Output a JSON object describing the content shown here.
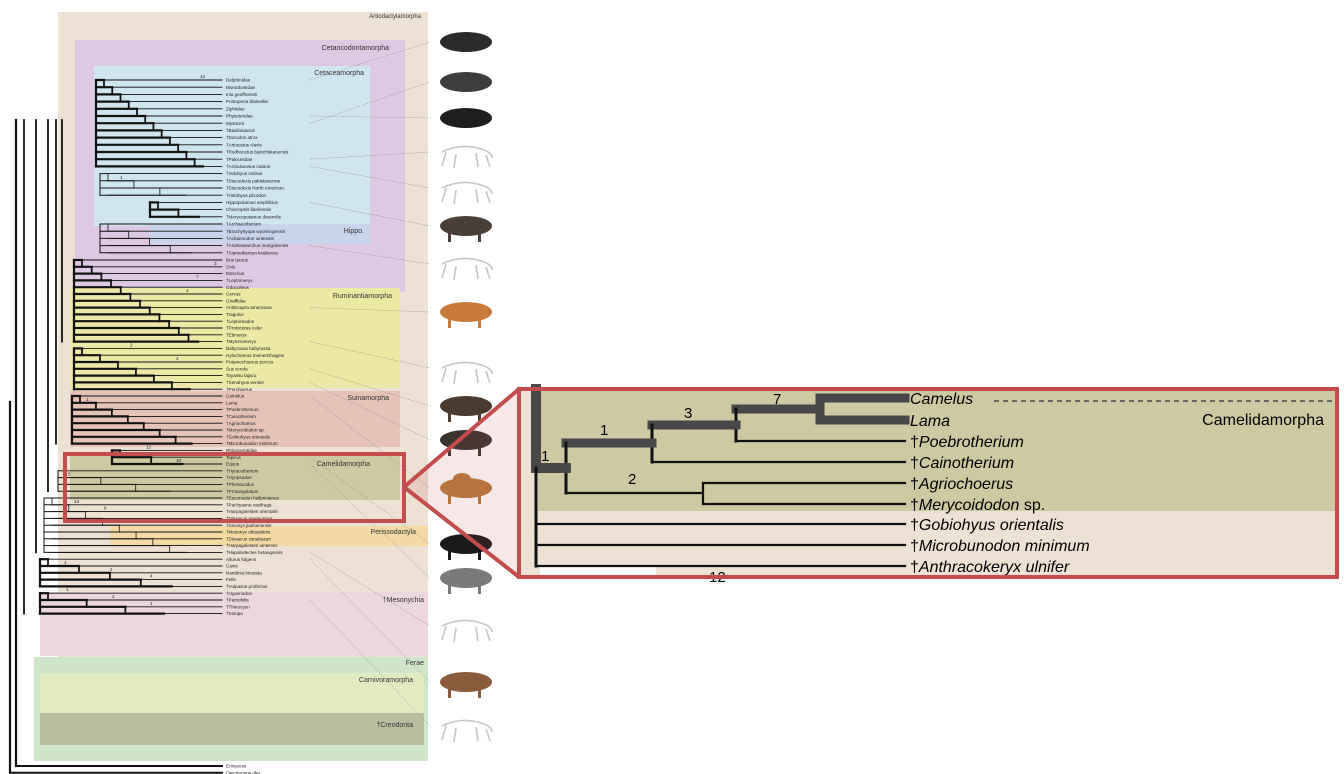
{
  "overview": {
    "clades": {
      "artiodactylamorpha": "Artiodactylamorpha",
      "cetancodontamorpha": "Cetancodontamorpha",
      "cetaceamorpha": "Cetaceamorpha",
      "hippo": "Hippo.",
      "ruminantiamorpha": "Ruminantiamorpha",
      "suinamorpha": "Suinamorpha",
      "camelidamorpha": "Camelidamorpha",
      "perissodactyla": "Perissodactyla",
      "mesonychia": "†Mesonychia",
      "ferae": "Ferae",
      "carnivoramorpha": "Carnivoramorpha",
      "creodonta": "†Creodonta"
    },
    "taxa": [
      "Delphinidae",
      "Monodontidae",
      "Inia geoffrensis",
      "Pontoporia blainvillei",
      "Ziphiidae",
      "Physeteridae",
      "Mysticeti",
      "†Basilosaurus",
      "†Dorudon atrox",
      "†Artiocetus clavis",
      "†Rodhocetus balochistanensis",
      "†Pakicetidae",
      "†Ambulocetus natans",
      "†Indohyus indirae",
      "†Diacodexis pakistanensis",
      "†Diacodexis North American",
      "†Helohyus plicodon",
      "Hippopotamus amphibius",
      "Choeropsis liberiensis",
      "†Merycopotamus dissimilis",
      "†Archaeotherium",
      "†Brachyhyops wyomingensis",
      "†Achaenodon uintensis",
      "†Andrewsarchus mongoliensis",
      "†Siamotherium krabiense",
      "Bos taurus",
      "Ovis",
      "Moschus",
      "†Leptomeryx",
      "Odocoileus",
      "Cervus",
      "Giraffidae",
      "Antilocapra americana",
      "Tragulus",
      "†Leptoreodon",
      "†Protoceras celer",
      "†Ebmeryx",
      "†Mytonomeryx",
      "Babyrousa babyrussa",
      "Hylochoerus meinertzhageni",
      "Potamochoerus porcus",
      "Sus scrofa",
      "Tayassu tajacu",
      "†Xenohyus venitor",
      "†Perchoerus",
      "Camelus",
      "Lama",
      "†Poebrotherium",
      "†Cainotherium",
      "†Agriochoerus",
      "†Merycoidodon sp.",
      "†Gobiohyus orientalis",
      "†Microbunodon minimum",
      "Rhinocerotidae",
      "Tapirus",
      "Equus",
      "†Hyracotherium",
      "†Hyopsodus",
      "†Phenacodus",
      "†Protungulatum",
      "†Eoconodon heilprinianus",
      "†Pachyaena ossifraga",
      "†Harpagolestes orientalis",
      "†Dissacus praenuntius",
      "†Sinonyx jiashanensis",
      "†Mesonyx obtusidens",
      "†Dissacus zanabazari",
      "†Harpagolestes uintensis",
      "†Hapalodectes hetangensis",
      "Ailurus fulgens",
      "Canis",
      "Nandinia binotata",
      "Felis",
      "†Vulpavus profectus",
      "†Hyaenodon",
      "†Patriofelis",
      "†Thinocyon",
      "†Sinopa",
      "Erinaceus",
      "Orycteropus afer"
    ],
    "node_support": [
      "12",
      "1",
      "3",
      "7",
      "1",
      "2",
      "2",
      "1",
      "12",
      "7",
      "10",
      "5",
      "14",
      "6",
      "1",
      "1",
      "1",
      "4",
      "1",
      "2",
      "1"
    ],
    "silhouettes": [
      "dolphin",
      "right whale",
      "killer whale",
      "fossil skeleton",
      "fossil skeleton",
      "hippopotamus",
      "fossil skeleton",
      "pronghorn",
      "fossil skeleton",
      "wild boar",
      "peccary",
      "camel",
      "tapir",
      "zebra",
      "fossil skeleton",
      "red panda",
      "fossil skeleton"
    ]
  },
  "zoom": {
    "clade_label": "Camelidamorpha",
    "taxa": [
      {
        "text": "Camelus"
      },
      {
        "text": "Lama"
      },
      {
        "text": "†Poebrotherium"
      },
      {
        "text": "†Cainotherium"
      },
      {
        "text": "†Agriochoerus"
      },
      {
        "text": "†Merycoidodon",
        "suffix": " sp."
      },
      {
        "text": "†Gobiohyus orientalis"
      },
      {
        "text": "†Microbunodon minimum"
      },
      {
        "text": "†Anthracokeryx ulnifer"
      }
    ],
    "support": [
      {
        "value": "1"
      },
      {
        "value": "1"
      },
      {
        "value": "3"
      },
      {
        "value": "7"
      },
      {
        "value": "2"
      },
      {
        "value": "12"
      }
    ]
  },
  "colors": {
    "artiodactylamorpha": "#ece1d3",
    "cetancodontamorpha": "#ddc9e3",
    "cetaceamorpha": "#cfe6ee",
    "hippo": "#c8d3ec",
    "ruminantiamorpha": "#ece9a6",
    "suinamorpha": "#e6c2b7",
    "camelidamorpha": "#cdc9a1",
    "perissodactyla": "#f4d9a5",
    "mesonychia": "#ecd6e0",
    "ferae": "#cfe5c9",
    "carnivoramorpha": "#e2ebc0",
    "creodonta": "#b9be9f",
    "zoom_box": "#c44c4c",
    "branch": "#111111"
  }
}
